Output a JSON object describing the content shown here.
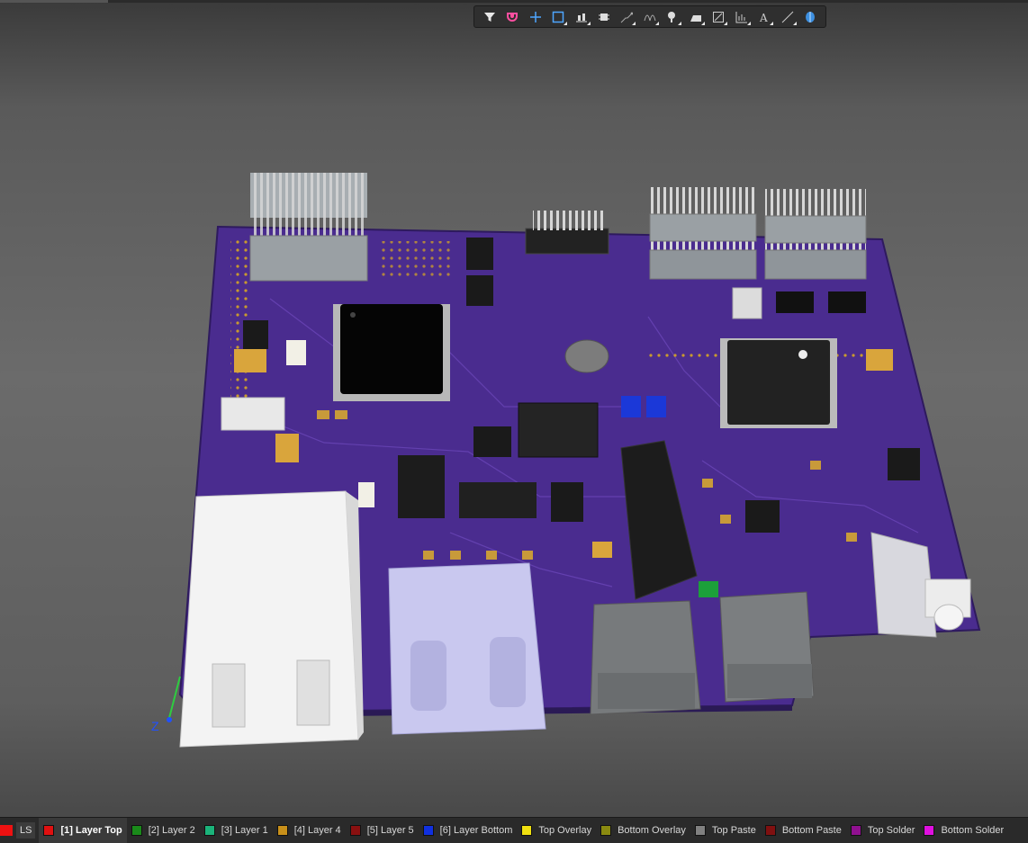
{
  "toolbar": {
    "buttons": [
      {
        "icon": "filter-icon"
      },
      {
        "icon": "magnet-icon"
      },
      {
        "icon": "crosshair-icon"
      },
      {
        "icon": "select-rect-icon"
      },
      {
        "icon": "align-icon"
      },
      {
        "icon": "component-icon"
      },
      {
        "icon": "route-icon"
      },
      {
        "icon": "diff-pair-icon"
      },
      {
        "icon": "via-icon"
      },
      {
        "icon": "fill-icon"
      },
      {
        "icon": "region-icon"
      },
      {
        "icon": "chart-icon"
      },
      {
        "icon": "text-icon"
      },
      {
        "icon": "line-icon"
      },
      {
        "icon": "3d-body-icon"
      }
    ]
  },
  "scene": {
    "axis_label": "Z"
  },
  "layers": {
    "ls_label": "LS",
    "tabs": [
      {
        "label": "[1] Layer Top",
        "color": "#e01010",
        "active": true
      },
      {
        "label": "[2] Layer 2",
        "color": "#1a8a1a"
      },
      {
        "label": "[3] Layer 1",
        "color": "#1bb37a"
      },
      {
        "label": "[4] Layer 4",
        "color": "#c8901a"
      },
      {
        "label": "[5] Layer 5",
        "color": "#8a1010"
      },
      {
        "label": "[6] Layer Bottom",
        "color": "#1030e0"
      },
      {
        "label": "Top Overlay",
        "color": "#f0e010"
      },
      {
        "label": "Bottom Overlay",
        "color": "#8a8a10"
      },
      {
        "label": "Top Paste",
        "color": "#808080"
      },
      {
        "label": "Bottom Paste",
        "color": "#801010"
      },
      {
        "label": "Top Solder",
        "color": "#901090"
      },
      {
        "label": "Bottom Solder",
        "color": "#e010e0"
      }
    ]
  }
}
